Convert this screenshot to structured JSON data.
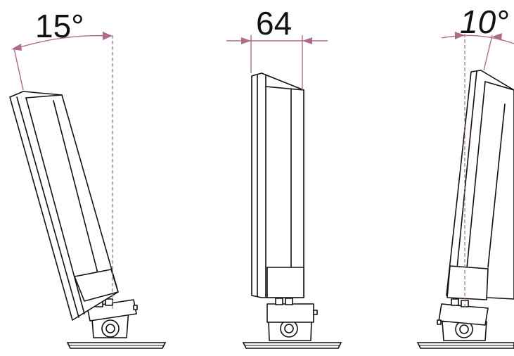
{
  "labels": {
    "tilt_back_angle": "15°",
    "depth": "64",
    "tilt_forward_angle": "10°"
  },
  "colors": {
    "line": "#111111",
    "dimension": "#b06a8a"
  }
}
